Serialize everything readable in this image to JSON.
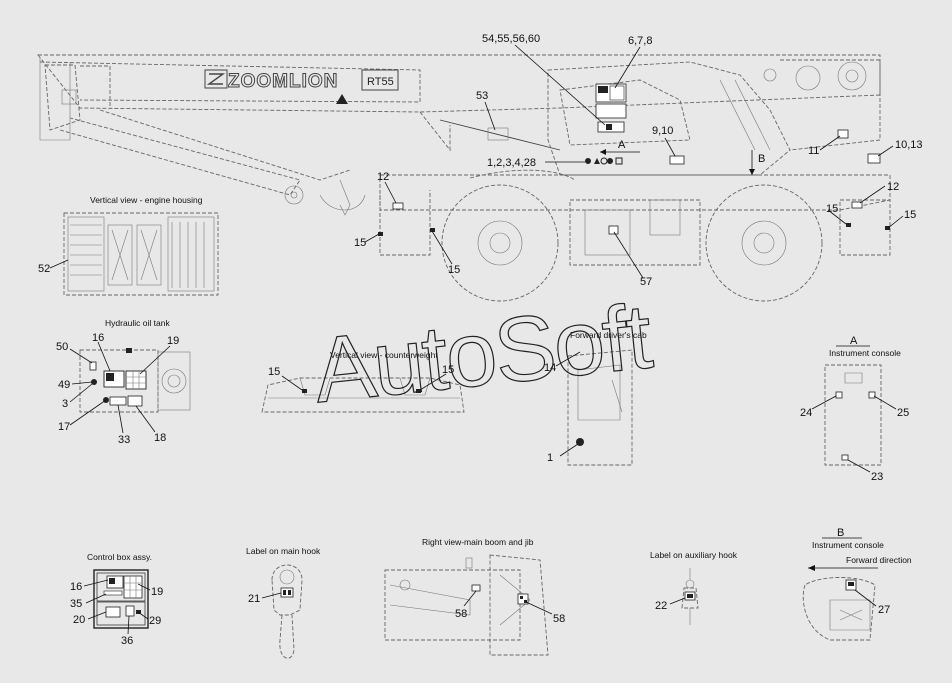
{
  "brand": {
    "logo_text": "ZOOMLION",
    "model": "RT55"
  },
  "watermark": "AutoSoft",
  "captions": {
    "engine_housing": "Vertical view - engine housing",
    "hydraulic_tank": "Hydraulic oil tank",
    "counterweight": "Vertical view - counterweight",
    "drivers_cab": "Forward driver's cab",
    "view_a_letter": "A",
    "view_a_title": "Instrument console",
    "control_box": "Control box assy.",
    "main_hook": "Label on main hook",
    "boom_jib": "Right view-main boom and jib",
    "aux_hook": "Label on auxiliary hook",
    "view_b_letter": "B",
    "view_b_title": "Instrument console",
    "forward_direction": "Forward direction"
  },
  "arrows": {
    "a": "A",
    "b": "B"
  },
  "callouts": {
    "c_54_60": "54,55,56,60",
    "c_6_8": "6,7,8",
    "c_53": "53",
    "c_9_10": "9,10",
    "c_1_28": "1,2,3,4,28",
    "c_11": "11",
    "c_10_13": "10,13",
    "c_12r": "12",
    "c_15r1": "15",
    "c_15r2": "15",
    "c_12l": "12",
    "c_15l1": "15",
    "c_15l2": "15",
    "c_57": "57",
    "c_52": "52",
    "c_16h": "16",
    "c_19h": "19",
    "c_50": "50",
    "c_49": "49",
    "c_3": "3",
    "c_17": "17",
    "c_33": "33",
    "c_18": "18",
    "c_15cw1": "15",
    "c_15cw2": "15",
    "c_14": "14",
    "c_1cab": "1",
    "c_24": "24",
    "c_25": "25",
    "c_23": "23",
    "c_16c": "16",
    "c_19c": "19",
    "c_35": "35",
    "c_20": "20",
    "c_29": "29",
    "c_36": "36",
    "c_21": "21",
    "c_58a": "58",
    "c_58b": "58",
    "c_22": "22",
    "c_27": "27"
  }
}
